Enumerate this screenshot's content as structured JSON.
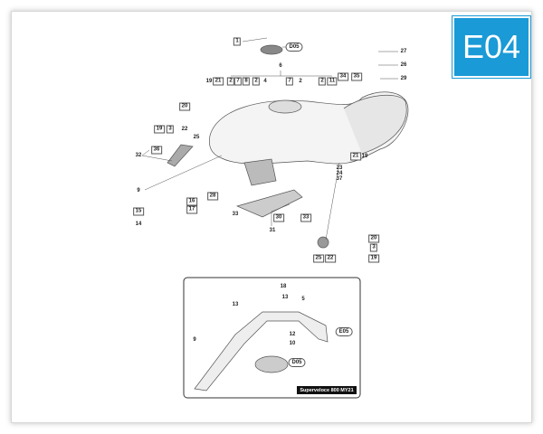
{
  "section_code": "E04",
  "accent_color": "#1a9ad6",
  "callouts": [
    "1",
    "D05",
    "6",
    "2",
    "7",
    "8",
    "2",
    "4",
    "7",
    "2",
    "2",
    "11",
    "34",
    "35",
    "27",
    "26",
    "29",
    "19",
    "21",
    "20",
    "19",
    "3",
    "22",
    "25",
    "36",
    "32",
    "21",
    "19",
    "23",
    "24",
    "37",
    "9",
    "16",
    "17",
    "28",
    "15",
    "14",
    "33",
    "30",
    "31",
    "33",
    "20",
    "3",
    "25",
    "22",
    "19"
  ],
  "inset": {
    "title": "Superveloce 800 MY21",
    "callouts": [
      "18",
      "13",
      "13",
      "5",
      "E05",
      "9",
      "12",
      "10",
      "D05"
    ]
  }
}
